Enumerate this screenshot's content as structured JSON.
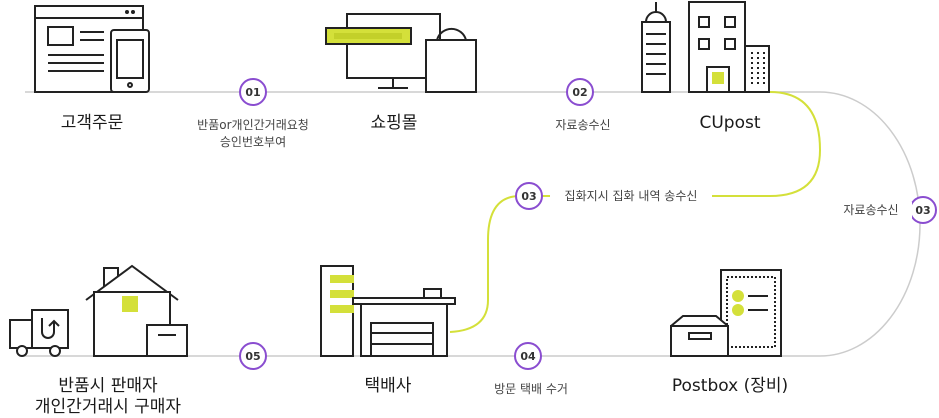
{
  "nodes": {
    "customer_order": "고객주문",
    "shopping_mall": "쇼핑몰",
    "cupost": "CUpost",
    "seller_line1": "반품시 판매자",
    "seller_line2": "개인간거래시 구매자",
    "courier": "택배사",
    "postbox": "Postbox (장비)"
  },
  "steps": {
    "s01": {
      "num": "01",
      "line1": "반품or개인간거래요청",
      "line2": "승인번호부여"
    },
    "s02": {
      "num": "02",
      "text": "자료송수신"
    },
    "s03a": {
      "num": "03",
      "text": "집화지시 집화 내역 송수신"
    },
    "s03b": {
      "num": "03",
      "text": "자료송수신"
    },
    "s04": {
      "num": "04",
      "text": "방문 택배 수거"
    },
    "s05": {
      "num": "05"
    }
  },
  "colors": {
    "line": "#cccccc",
    "accent": "#d4e03a",
    "badge": "#8a4dd0",
    "stroke": "#222222"
  }
}
